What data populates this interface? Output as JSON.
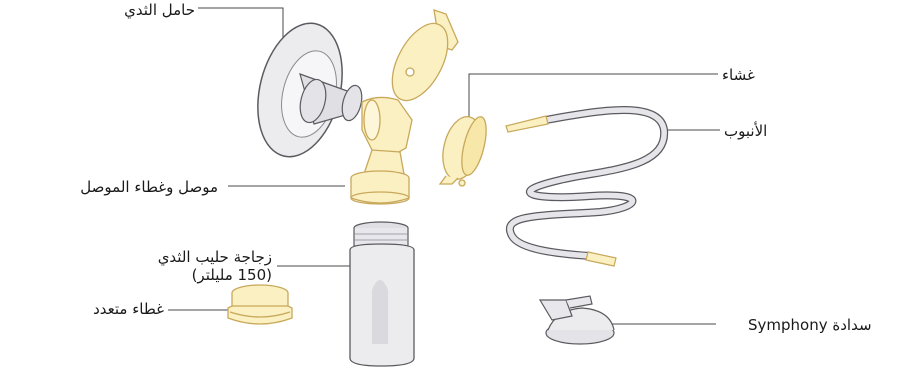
{
  "labels": {
    "breast_shield": "حامل الثدي",
    "connector": "موصل وغطاء الموصل",
    "bottle_line1": "زجاجة حليب الثدي",
    "bottle_line2": "(150 مليلتر)",
    "lid": "غطاء متعدد",
    "membrane": "غشاء",
    "tubing": "الأنبوب",
    "cap": "سدادة Symphony"
  },
  "colors": {
    "yellow_fill": "#fbf0c2",
    "yellow_stroke": "#c8a85a",
    "grey_fill": "#ececef",
    "grey_stroke": "#5a5a60",
    "tube_fill": "#e6e6ea",
    "leader_line": "#4a4a4a"
  }
}
